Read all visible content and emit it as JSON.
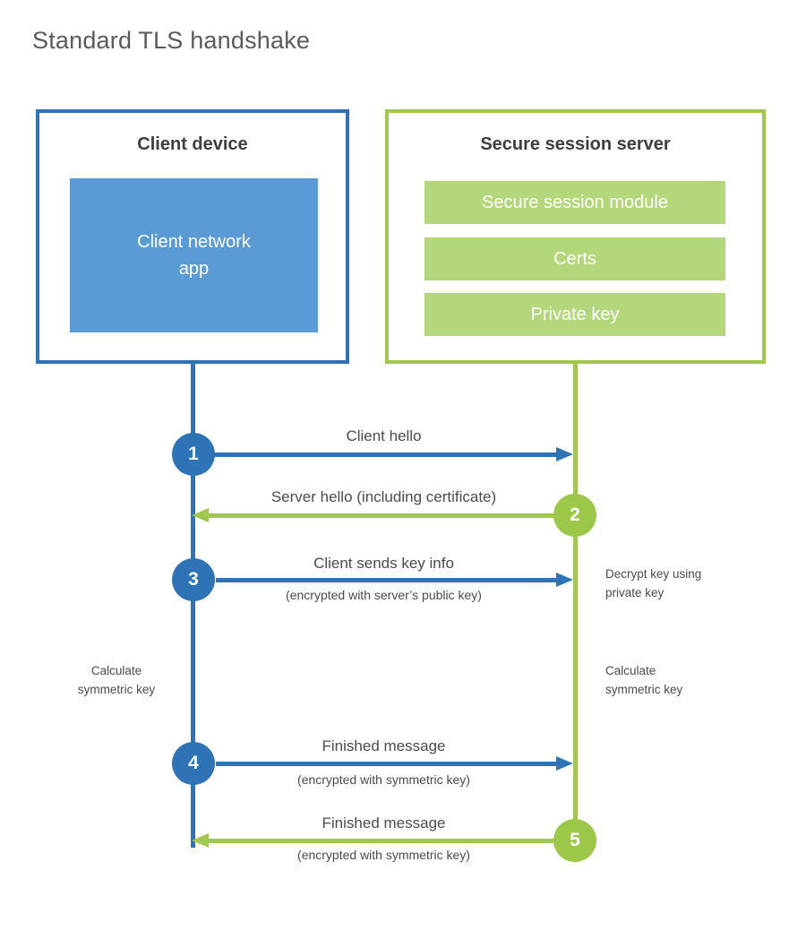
{
  "title": "Standard TLS handshake",
  "colors": {
    "blue_stroke": "#2d73b5",
    "blue_fill": "#5b9bd5",
    "green_stroke": "#a0c850",
    "green_fill": "#b4d77c"
  },
  "client": {
    "title": "Client device",
    "app_label": "Client network app"
  },
  "server": {
    "title": "Secure session server",
    "modules": [
      "Secure session module",
      "Certs",
      "Private key"
    ]
  },
  "messages": [
    {
      "num": "1",
      "from": "client",
      "label": "Client hello",
      "sub": ""
    },
    {
      "num": "2",
      "from": "server",
      "label": "Server hello (including certificate)",
      "sub": ""
    },
    {
      "num": "3",
      "from": "client",
      "label": "Client sends key info",
      "sub": "(encrypted with server’s public key)"
    },
    {
      "num": "4",
      "from": "client",
      "label": "Finished message",
      "sub": "(encrypted with symmetric key)"
    },
    {
      "num": "5",
      "from": "server",
      "label": "Finished message",
      "sub": "(encrypted with symmetric key)"
    }
  ],
  "notes": {
    "decrypt": "Decrypt key using private key",
    "calc_left": "Calculate symmetric key",
    "calc_right": "Calculate symmetric key"
  }
}
